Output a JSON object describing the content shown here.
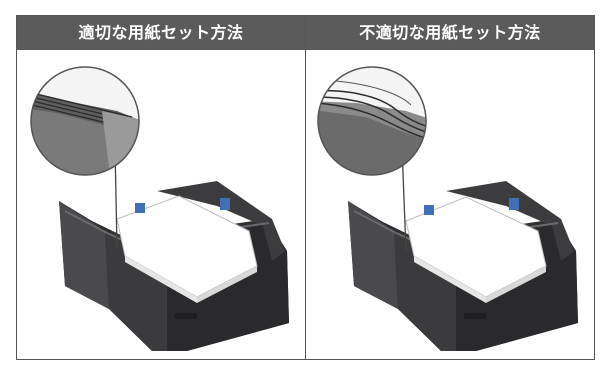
{
  "headers": {
    "correct": "適切な用紙セット方法",
    "incorrect": "不適切な用紙セット方法"
  },
  "colors": {
    "header_bg": "#5b5b5b",
    "tray": "#3a3a3c",
    "accent_guide": "#3f6fb5"
  },
  "icons": {
    "left_image": "paper-tray-correct-loading",
    "right_image": "paper-tray-incorrect-loading"
  }
}
